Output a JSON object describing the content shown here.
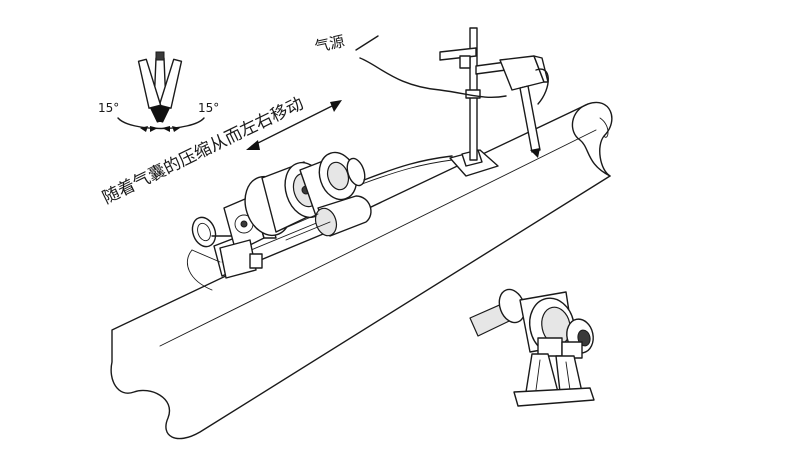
{
  "labels": {
    "air_source": "气源",
    "movement_note": "随着气囊的压缩从而左右移动",
    "angle_left": "15°",
    "angle_right": "15°"
  },
  "colors": {
    "line": "#1a1a1a",
    "background": "#ffffff",
    "shade": "#e6e6e6"
  }
}
